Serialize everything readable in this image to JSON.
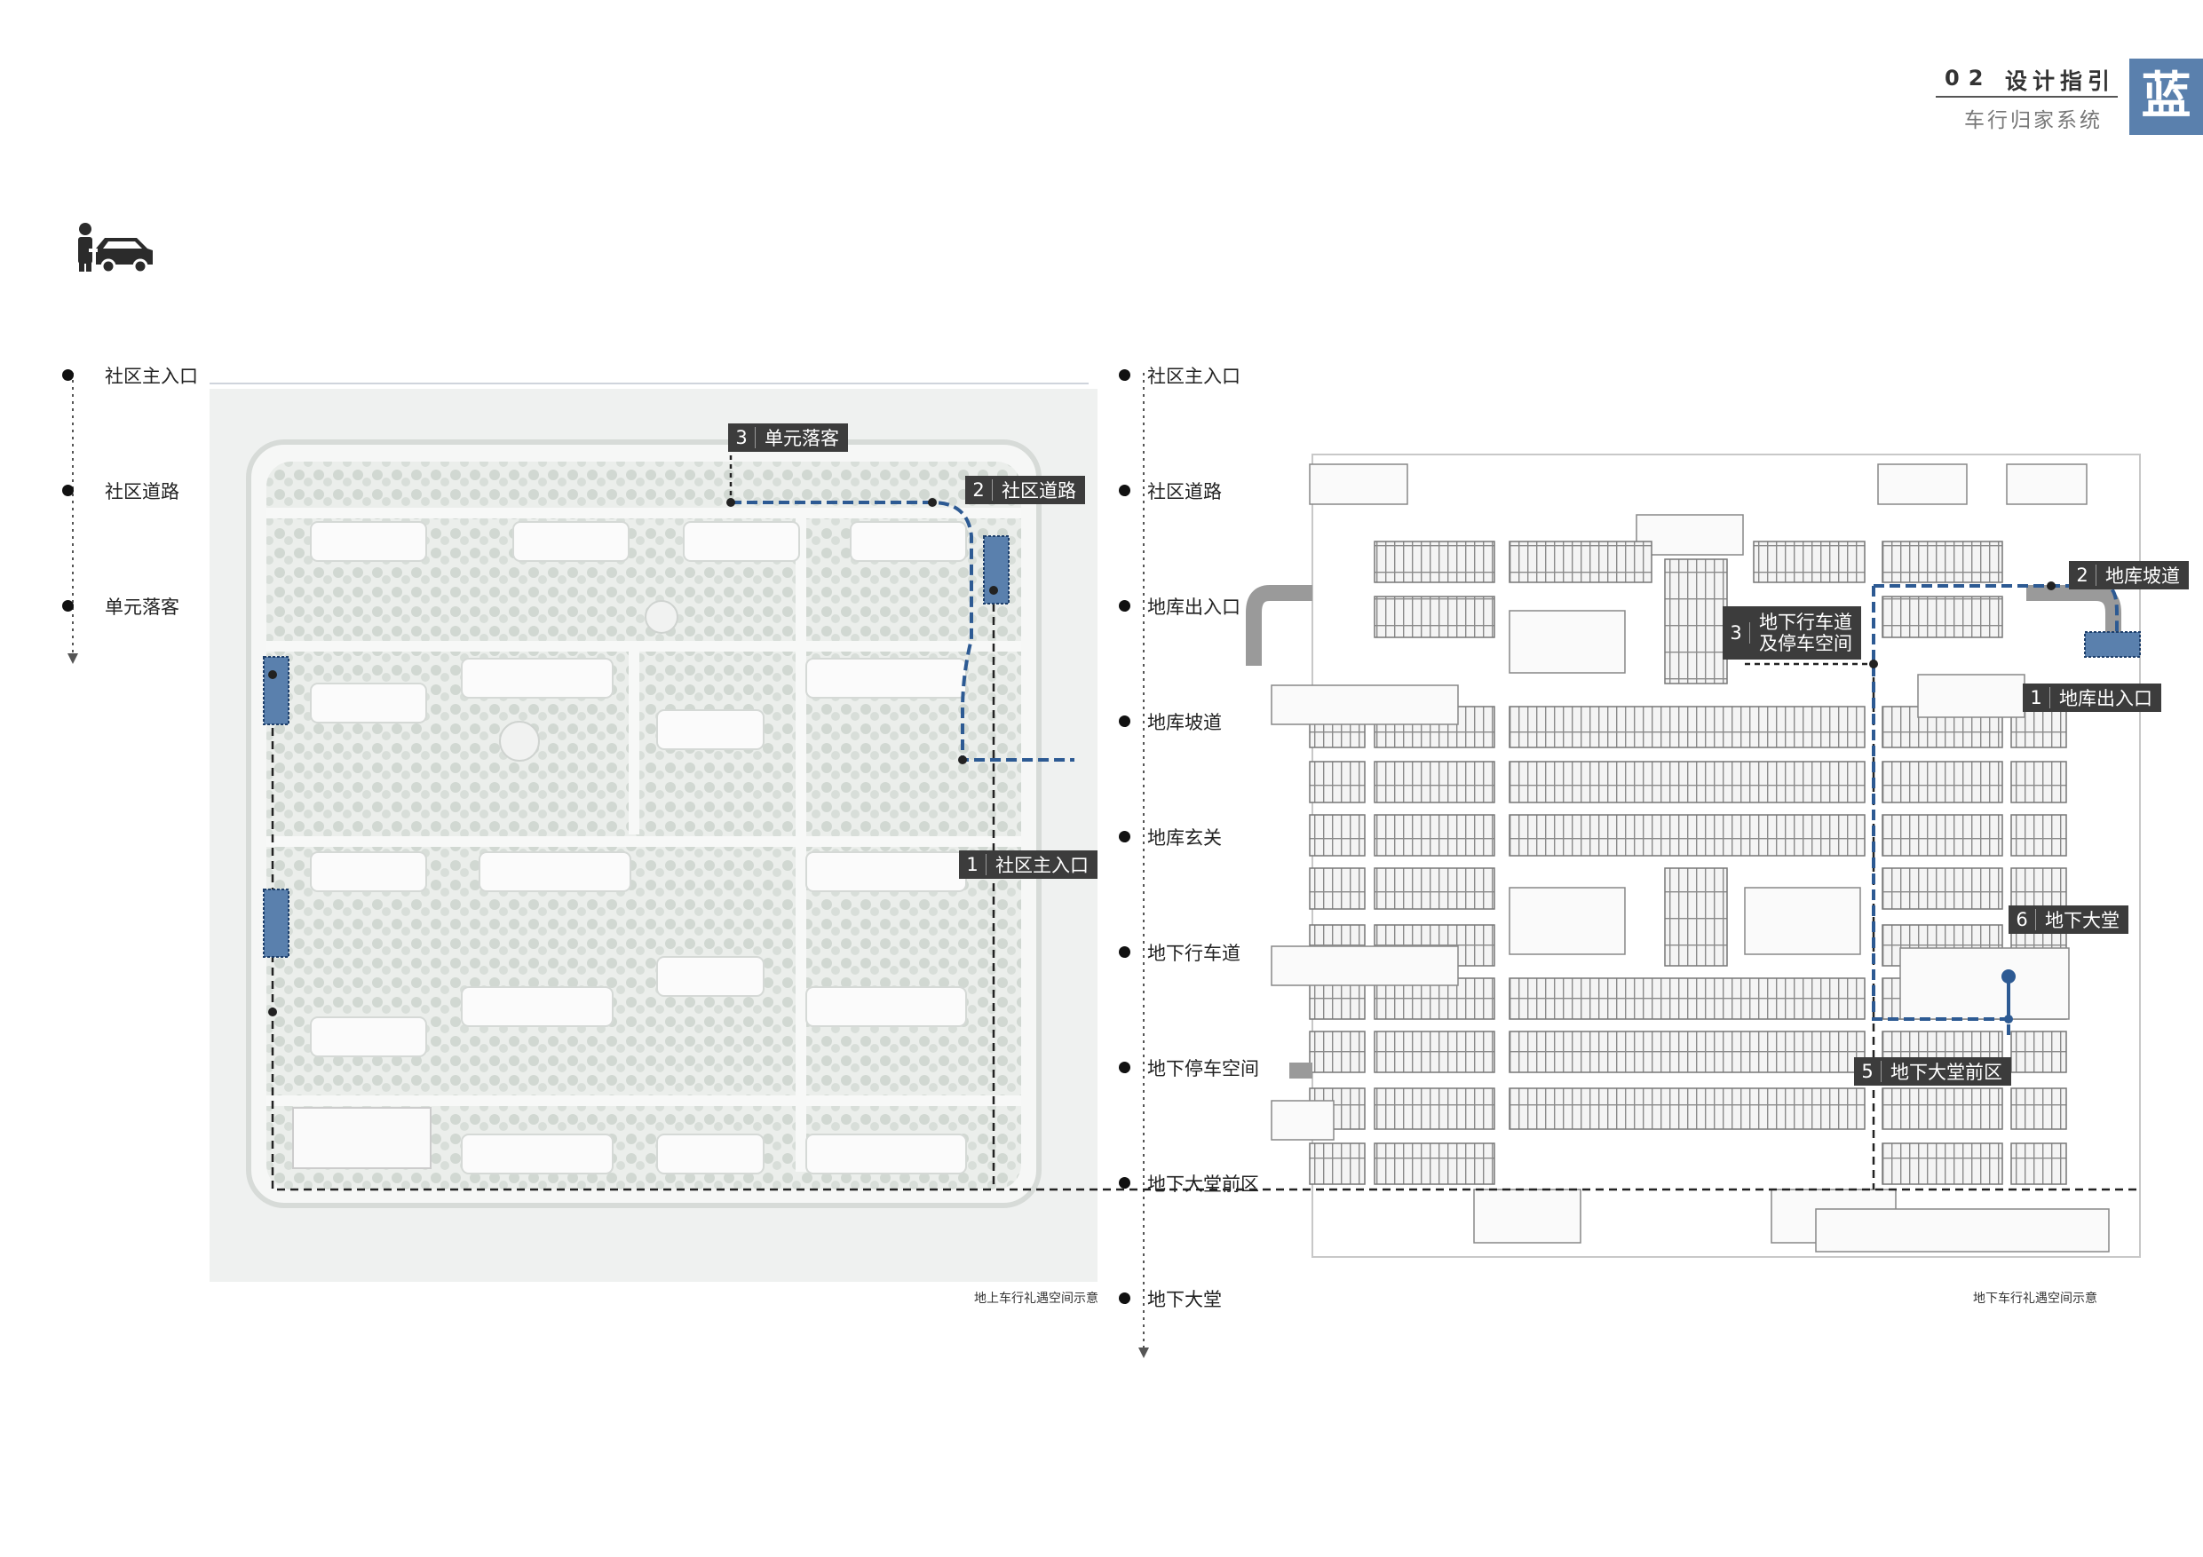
{
  "header": {
    "number": "02",
    "title": "设计指引",
    "subtitle": "车行归家系统",
    "badge": "蓝"
  },
  "icons": {
    "main": "person-car-icon"
  },
  "colors": {
    "accent": "#5a80ad",
    "route": "#2d5a93",
    "dark": "#3c3c3c"
  },
  "left_timeline": [
    "社区主入口",
    "社区道路",
    "单元落客"
  ],
  "right_timeline": [
    "社区主入口",
    "社区道路",
    "地库出入口",
    "地库坡道",
    "地库玄关",
    "地下行车道",
    "地下停车空间",
    "地下大堂前区",
    "地下大堂"
  ],
  "left_plan": {
    "callouts": [
      {
        "num": "1",
        "text": "社区主入口"
      },
      {
        "num": "2",
        "text": "社区道路"
      },
      {
        "num": "3",
        "text": "单元落客"
      }
    ],
    "caption": "地上车行礼遇空间示意"
  },
  "right_plan": {
    "callouts": [
      {
        "num": "1",
        "text": "地库出入口"
      },
      {
        "num": "2",
        "text": "地库坡道"
      },
      {
        "num": "3",
        "text1": "地下行车道",
        "text2": "及停车空间"
      },
      {
        "num": "5",
        "text": "地下大堂前区"
      },
      {
        "num": "6",
        "text": "地下大堂"
      }
    ],
    "caption": "地下车行礼遇空间示意"
  }
}
